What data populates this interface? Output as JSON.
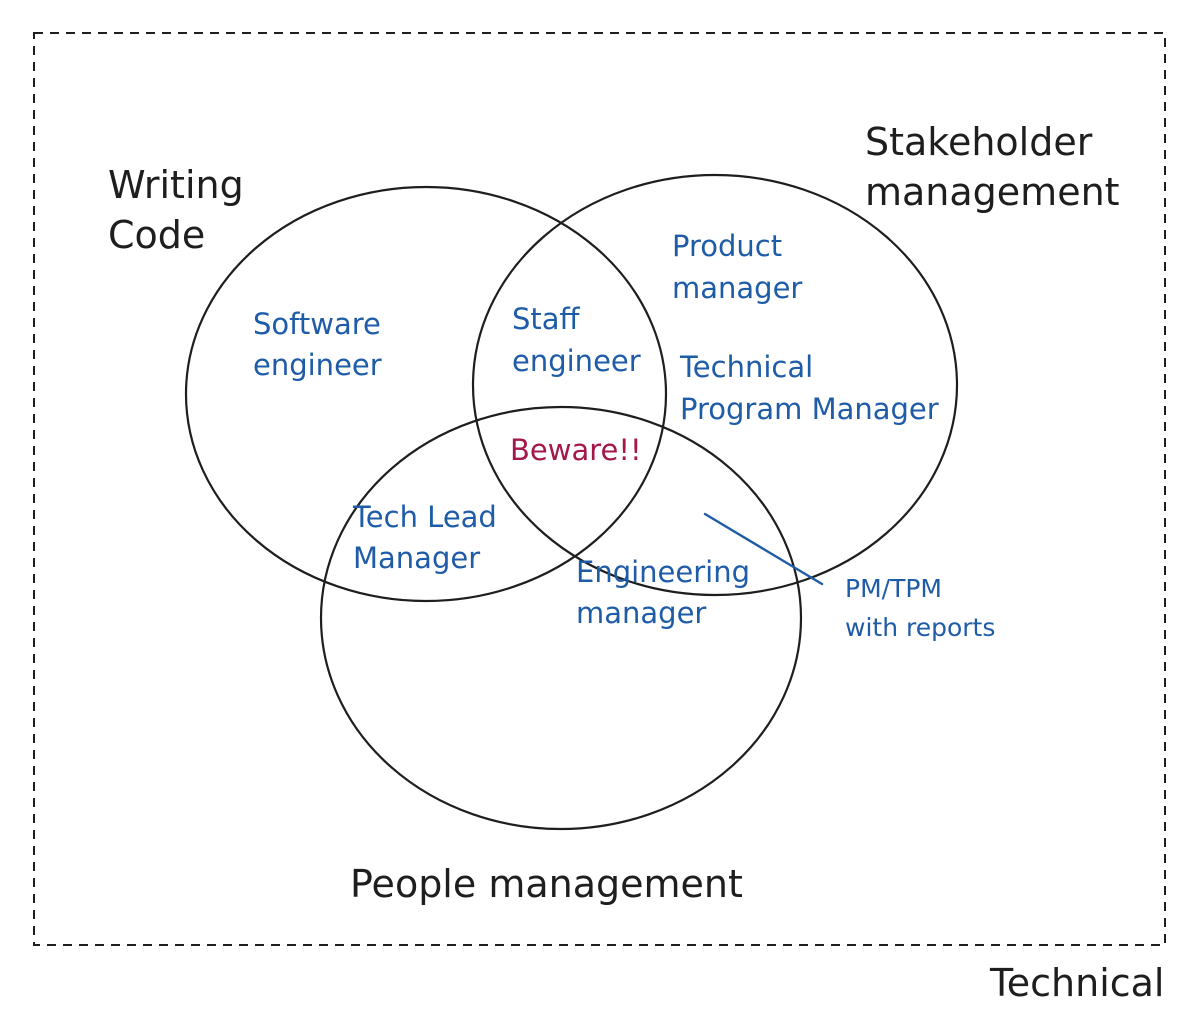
{
  "colors": {
    "ink": "#1e1e1e",
    "role": "#1f5ca8",
    "warning": "#a3174a",
    "background": "#ffffff"
  },
  "sets": {
    "writing_code": [
      "Writing",
      "Code"
    ],
    "stakeholder_management": [
      "Stakeholder",
      "management"
    ],
    "people_management": "People management"
  },
  "boundary_label": "Technical",
  "roles": {
    "software_engineer": [
      "Software",
      "engineer"
    ],
    "staff_engineer": [
      "Staff",
      "engineer"
    ],
    "product_manager": [
      "Product",
      "manager"
    ],
    "technical_program_manager": [
      "Technical",
      "Program Manager"
    ],
    "beware": "Beware!!",
    "tech_lead_manager": [
      "Tech Lead",
      "Manager"
    ],
    "engineering_manager": [
      "Engineering",
      "manager"
    ],
    "pm_tpm_with_reports": [
      "PM/TPM",
      "with reports"
    ]
  }
}
